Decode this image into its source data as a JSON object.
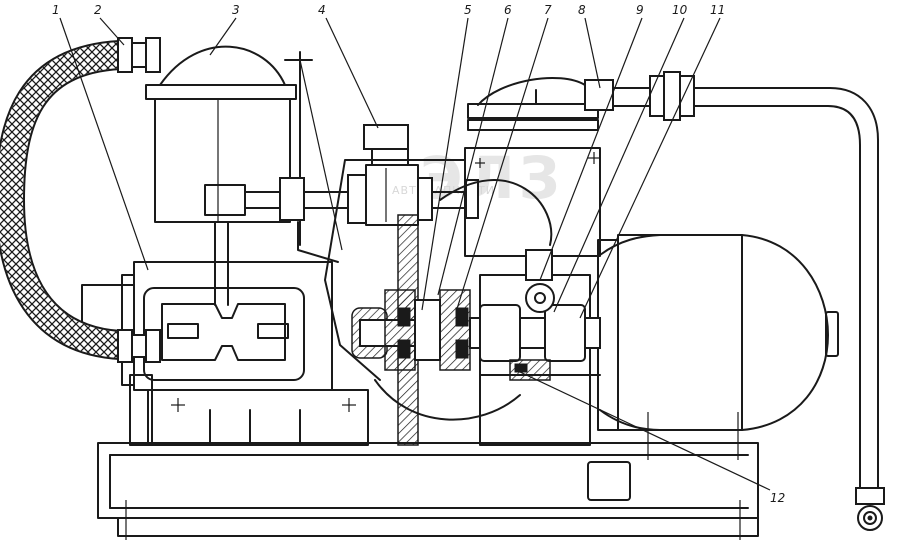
{
  "labels": {
    "l1": "1",
    "l2": "2",
    "l3": "3",
    "l4": "4",
    "l5": "5",
    "l6": "6",
    "l7": "7",
    "l8": "8",
    "l9": "9",
    "l10": "10",
    "l11": "11",
    "l12": "12"
  },
  "watermark": {
    "logo_text": "ЭЛЗ",
    "caption": "АВТОЗАПЧАСТИ"
  }
}
